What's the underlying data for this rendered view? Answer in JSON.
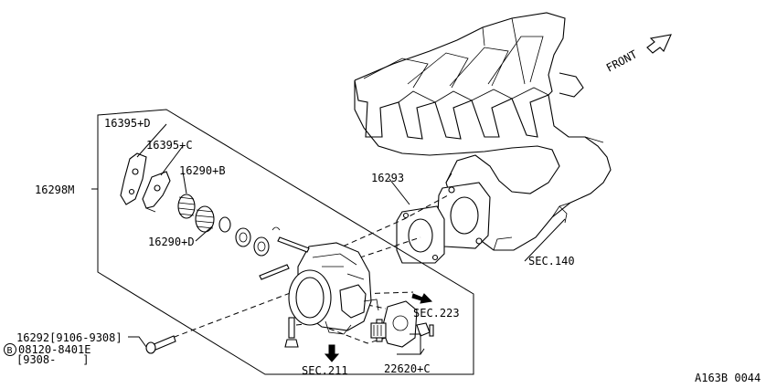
{
  "labels": {
    "front": "FRONT",
    "p16395d": "16395+D",
    "p16395c": "16395+C",
    "p16298m": "16298M",
    "p16290b": "16290+B",
    "p16290d": "16290+D",
    "p16293": "16293",
    "sec140": "SEC.140",
    "sec223": "SEC.223",
    "sec211": "SEC.211",
    "p22620c": "22620+C",
    "p16292": "16292[9106-9308]",
    "bolt_b": "B",
    "bolt_num": "08120-8401E",
    "bolt_range": "[9308-    ]",
    "figure_id": "A163B 0044"
  }
}
